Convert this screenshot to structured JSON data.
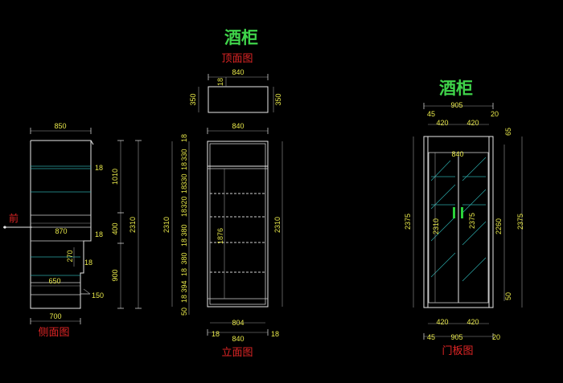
{
  "titles": {
    "top_main": "酒柜",
    "top_sub": "顶面图",
    "right_main": "酒柜",
    "side_sub": "侧面图",
    "front_sub": "立面图",
    "door_sub": "门板图",
    "front_marker": "前"
  },
  "colors": {
    "background": "#000000",
    "title_green": "#3fd34a",
    "title_red": "#e02525",
    "dimension_yellow": "#e8e84a",
    "outline_white": "#e8e8e8",
    "glass_cyan": "#2aa7a7",
    "handle_green": "#2bd13a"
  },
  "top_view": {
    "width": "840",
    "depth_left": "350",
    "depth_right": "350",
    "board": "18"
  },
  "side_view": {
    "width_top": "850",
    "width_bottom": "700",
    "height_total": "2310",
    "seg_upper": "1010",
    "seg_mid": "400",
    "seg_lower": "900",
    "shelf_a": "18",
    "shelf_b": "18",
    "shelf_c": "18",
    "inner_depth": "870",
    "inner_lower": "650",
    "angle": "270",
    "kick": "150"
  },
  "front_view": {
    "width_top": "840",
    "height_left": "2310",
    "height_right": "2310",
    "interior_height": "1876",
    "inner_width": "804",
    "width_bottom": "840",
    "side_left": "18",
    "side_right": "18",
    "chain": [
      "18",
      "330",
      "18",
      "330",
      "18",
      "320",
      "18",
      "380",
      "18",
      "380",
      "18",
      "394",
      "18",
      "50"
    ]
  },
  "door_view": {
    "width_top": "905",
    "side_top_left": "45",
    "side_top_right": "20",
    "leaf_top_left": "420",
    "leaf_top_right": "420",
    "inner_width": "840",
    "height_left": "2375",
    "height_inner": "2310",
    "height_door": "2375",
    "height_right_inner": "2260",
    "height_right": "2375",
    "top_gap": "65",
    "bottom_gap": "50",
    "leaf_bottom_left": "420",
    "leaf_bottom_right": "420",
    "width_bottom": "905",
    "side_bottom_left": "45",
    "side_bottom_right": "20"
  }
}
